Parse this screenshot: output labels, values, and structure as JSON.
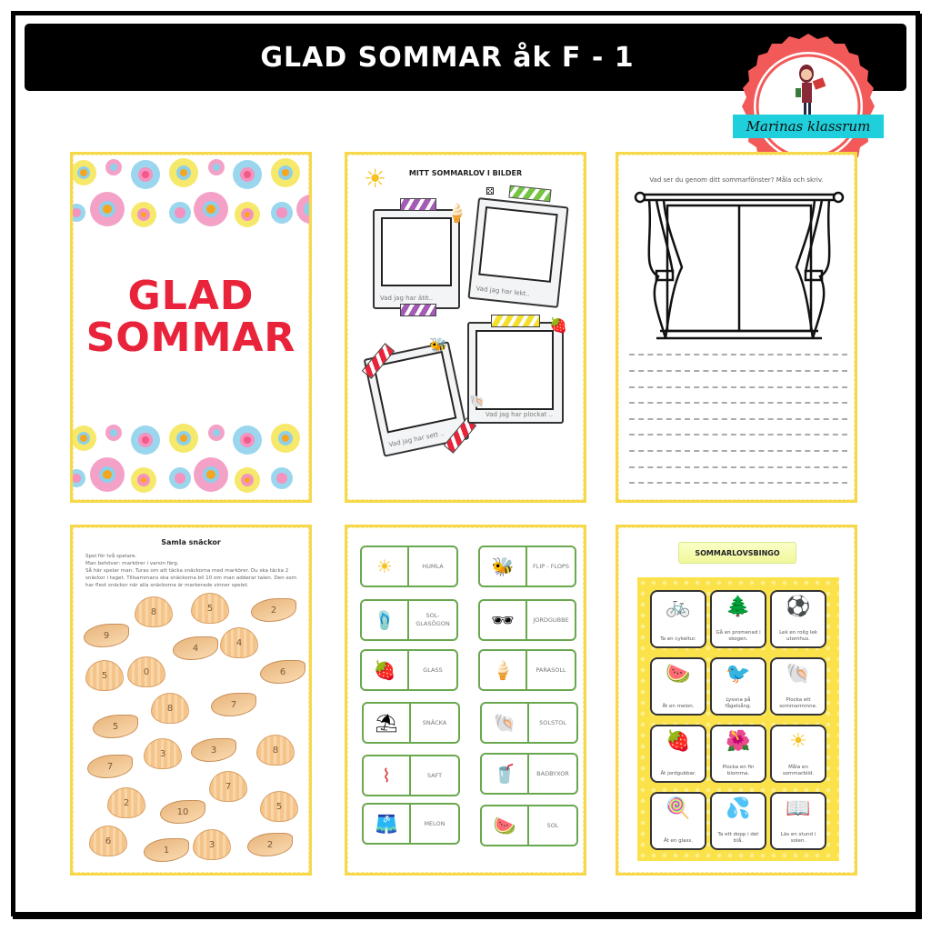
{
  "header": {
    "title": "GLAD SOMMAR åk F - 1",
    "badge_label": "Marinas klassrum"
  },
  "colors": {
    "page_border": "#f6d84a",
    "badge_red": "#f25a5a",
    "badge_cyan": "#1fd0dc",
    "domino_green": "#6aa84f",
    "bingo_yellow": "#fbe24a",
    "cover_red": "#e8233a"
  },
  "pages": {
    "cover": {
      "line1": "GLAD",
      "line2": "SOMMAR"
    },
    "photos": {
      "title": "MITT SOMMARLOV I BILDER",
      "captions": [
        "Vad jag har ätit..",
        "Vad jag har lekt..",
        "Vad jag har sett ..",
        "Vad jag har plockat .."
      ]
    },
    "window": {
      "prompt": "Vad ser du genom ditt sommarfönster? Måla och skriv."
    },
    "shells": {
      "title": "Samla snäckor",
      "rules": "Spel för två spelare.\nMan behöver: markörer i varsin färg.\nSå här spelar man: Turas om att täcka snäckorna med markörer. Du ska täcka 2 snäckor i taget. Tillsammans ska snäckorna bli 10 om man adderar talen. Den som har flest snäckor när alla snäckorna är markerade vinner spelet.",
      "numbers": [
        8,
        5,
        2,
        9,
        4,
        4,
        5,
        0,
        6,
        8,
        7,
        5,
        3,
        3,
        8,
        7,
        7,
        2,
        10,
        5,
        6,
        1,
        3,
        2
      ]
    },
    "dominoes": {
      "items": [
        {
          "icon": "sun",
          "word": "HUMLA"
        },
        {
          "icon": "bee",
          "word": "FLIP - FLOPS"
        },
        {
          "icon": "flip-flops",
          "word": "SOL- GLASÖGON"
        },
        {
          "icon": "sunglasses",
          "word": "JORDGUBBE"
        },
        {
          "icon": "strawberry",
          "word": "GLASS"
        },
        {
          "icon": "ice-cream",
          "word": "PARASOLL"
        },
        {
          "icon": "parasol",
          "word": "SNÄCKA"
        },
        {
          "icon": "shell",
          "word": "SOLSTOL"
        },
        {
          "icon": "deck-chair",
          "word": "SAFT"
        },
        {
          "icon": "juice",
          "word": "BADBYXOR"
        },
        {
          "icon": "swim-shorts",
          "word": "MELON"
        },
        {
          "icon": "watermelon",
          "word": "SOL"
        }
      ]
    },
    "bingo": {
      "title": "SOMMARLOVSBINGO",
      "cells": [
        {
          "icon": "bicycle",
          "text": "Ta en cykeltur."
        },
        {
          "icon": "tree",
          "text": "Gå en promenad i skogen."
        },
        {
          "icon": "beach-ball",
          "text": "Lek en rolig lek utomhus."
        },
        {
          "icon": "watermelon",
          "text": "Ät en melon."
        },
        {
          "icon": "bird",
          "text": "Lyssna på fågelsång."
        },
        {
          "icon": "shell",
          "text": "Plocka ett sommarminne."
        },
        {
          "icon": "strawberries",
          "text": "Ät jordgubbar."
        },
        {
          "icon": "flower",
          "text": "Plocka en fin blomma."
        },
        {
          "icon": "sun",
          "text": "Måla en sommarbild."
        },
        {
          "icon": "popsicle",
          "text": "Ät en glass."
        },
        {
          "icon": "water-splash",
          "text": "Ta ett dopp i det blå."
        },
        {
          "icon": "book",
          "text": "Läs en stund i solen."
        }
      ]
    }
  }
}
